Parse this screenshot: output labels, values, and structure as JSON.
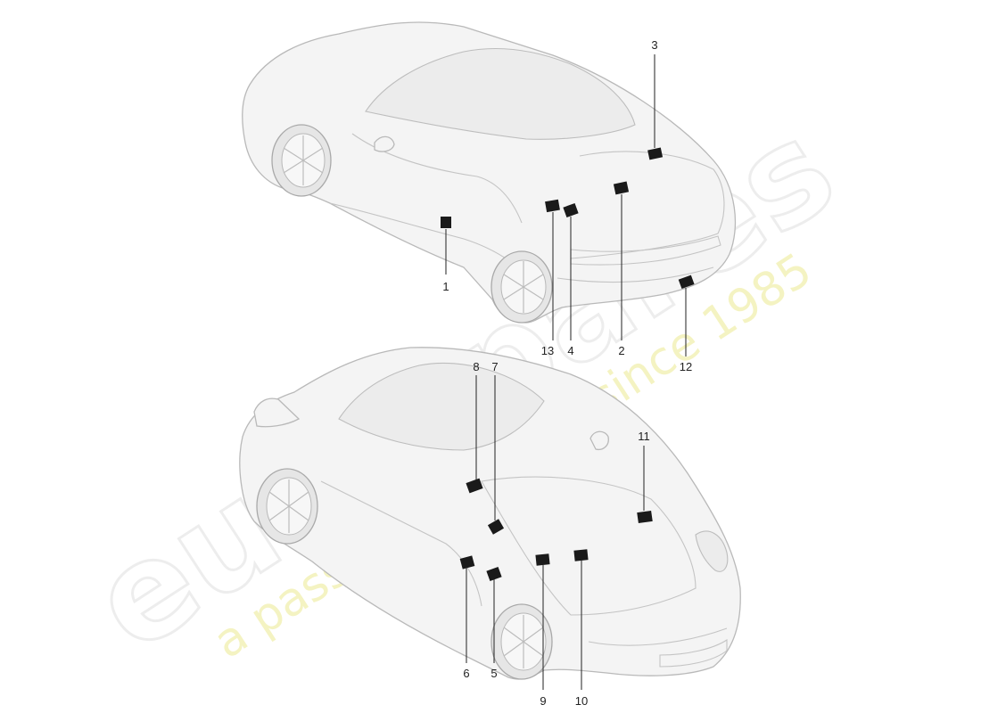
{
  "watermark": {
    "logo": "eurospares",
    "tagline": "a passion for parts since 1985"
  },
  "callouts": [
    {
      "id": "1",
      "label": "1"
    },
    {
      "id": "2",
      "label": "2"
    },
    {
      "id": "3",
      "label": "3"
    },
    {
      "id": "4",
      "label": "4"
    },
    {
      "id": "5",
      "label": "5"
    },
    {
      "id": "6",
      "label": "6"
    },
    {
      "id": "7",
      "label": "7"
    },
    {
      "id": "8",
      "label": "8"
    },
    {
      "id": "9",
      "label": "9"
    },
    {
      "id": "10",
      "label": "10"
    },
    {
      "id": "11",
      "label": "11"
    },
    {
      "id": "12",
      "label": "12"
    },
    {
      "id": "13",
      "label": "13"
    }
  ],
  "colors": {
    "patch": "#1a1a1a",
    "car_outline": "#b9b9b9",
    "watermark_tagline": "#f3f1b8"
  }
}
